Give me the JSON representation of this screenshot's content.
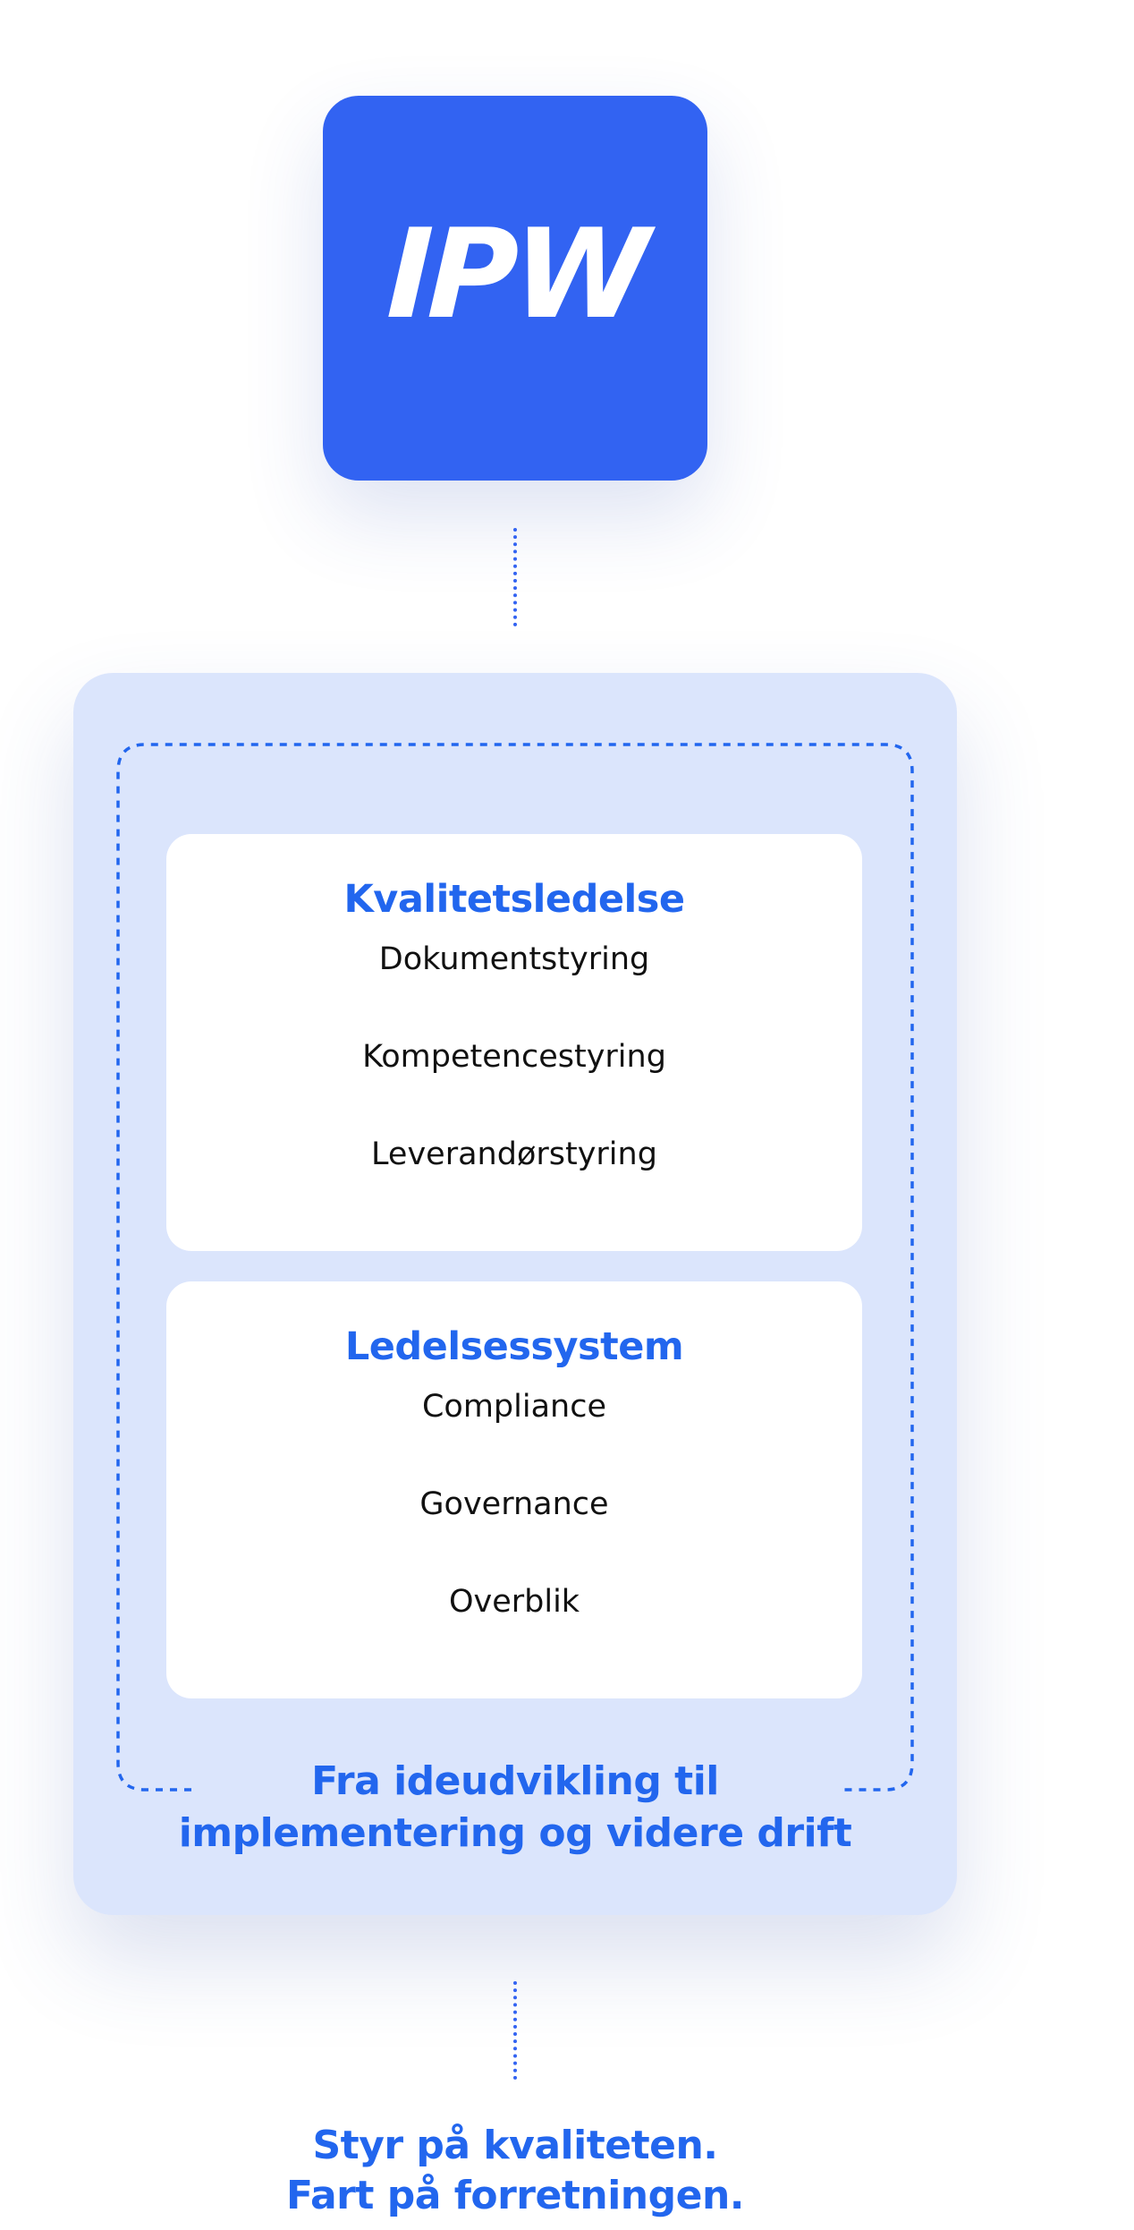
{
  "logo": {
    "text": "IPW",
    "background_color": "#3263f2"
  },
  "sections": [
    {
      "title": "Kvalitetsledelse",
      "items": [
        "Dokumentstyring",
        "Kompetencestyring",
        "Leverandørstyring"
      ]
    },
    {
      "title": "Ledelsessystem",
      "items": [
        "Compliance",
        "Governance",
        "Overblik"
      ]
    }
  ],
  "card_caption": {
    "line1": "Fra ideudvikling til",
    "line2": "implementering og videre drift"
  },
  "tagline": {
    "line1": "Styr på kvaliteten.",
    "line2": "Fart på forretningen."
  },
  "colors": {
    "accent": "#2266ee",
    "card_background": "#dbe5fc",
    "text": "#111111"
  }
}
